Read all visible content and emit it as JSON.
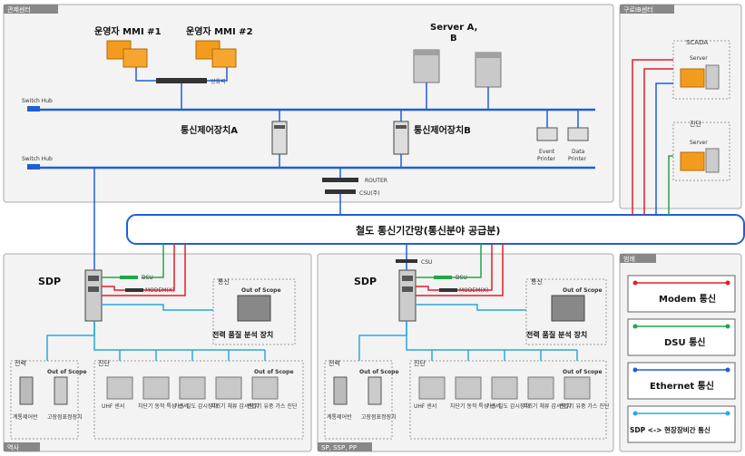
{
  "zones": {
    "control_room": "관제센터",
    "backup_center": "구로IB센터",
    "station": "역사",
    "sp_ssp_pp": "SP, SSP, PP"
  },
  "control": {
    "mmi1": "운영자 MMI #1",
    "mmi2": "운영자 MMI #2",
    "hub_label": "방화벽",
    "server_ab": "Server A,\nB",
    "switch_hub_1": "Switch Hub",
    "switch_hub_2": "Switch Hub",
    "comm_ctrl_a": "통신제어장치A",
    "comm_ctrl_b": "통신제어장치B",
    "event_printer": "Event\nPrinter",
    "data_printer": "Data\nPrinter",
    "router": "ROUTER",
    "csu": "CSU(주)"
  },
  "backup": {
    "scada": "SCADA",
    "scada_server": "Server",
    "diag": "진단",
    "diag_server": "Server"
  },
  "backbone": "철도 통신기간망(통신분야 공급분)",
  "station_left": {
    "sdp": "SDP",
    "dsu": "DSU",
    "modem": "MODEM(X)",
    "comm_box": "통신",
    "out_of_scope_comm": "Out of Scope",
    "power_analyzer": "전력 품질 분석 장치",
    "power": "전력",
    "out_of_scope_power": "Out of Scope",
    "power_items": [
      "계통제어반",
      "고장점표정장치"
    ],
    "diag": "진단",
    "out_of_scope_diag": "Out of Scope",
    "diag_items": [
      "UHF 센서",
      "차단기 동작 특성 센서",
      "가스 밀도 감시장치",
      "피뢰기 체류 감시장치",
      "변압기 유중 가스 진단"
    ]
  },
  "station_right": {
    "sdp": "SDP",
    "csu": "CSU",
    "dsu": "DSU",
    "modem": "MODEM(X)",
    "comm_box": "통신",
    "out_of_scope_comm": "Out of Scope",
    "power_analyzer": "전력 품질 분석 장치",
    "power": "전력",
    "out_of_scope_power": "Out of Scope",
    "power_items": [
      "계통제어반",
      "고장점표정장치"
    ],
    "diag": "진단",
    "out_of_scope_diag": "Out of Scope",
    "diag_items": [
      "UHF 센서",
      "차단기 동작 특성 센서",
      "가스 밀도 감시장치",
      "피뢰기 체류 감시장치",
      "변압기 유중 가스 진단"
    ]
  },
  "legend": {
    "title": "범례",
    "items": [
      {
        "label": "Modem 통신",
        "color": "#e0202a"
      },
      {
        "label": "DSU 통신",
        "color": "#22a64a"
      },
      {
        "label": "Ethernet 통신",
        "color": "#1f5fd6"
      },
      {
        "label": "SDP <-> 현장장비간 통신",
        "color": "#29a8e0"
      }
    ]
  },
  "colors": {
    "modem": "#e0202a",
    "dsu": "#22a64a",
    "ethernet": "#1f5fd6",
    "field": "#29a8e0"
  }
}
